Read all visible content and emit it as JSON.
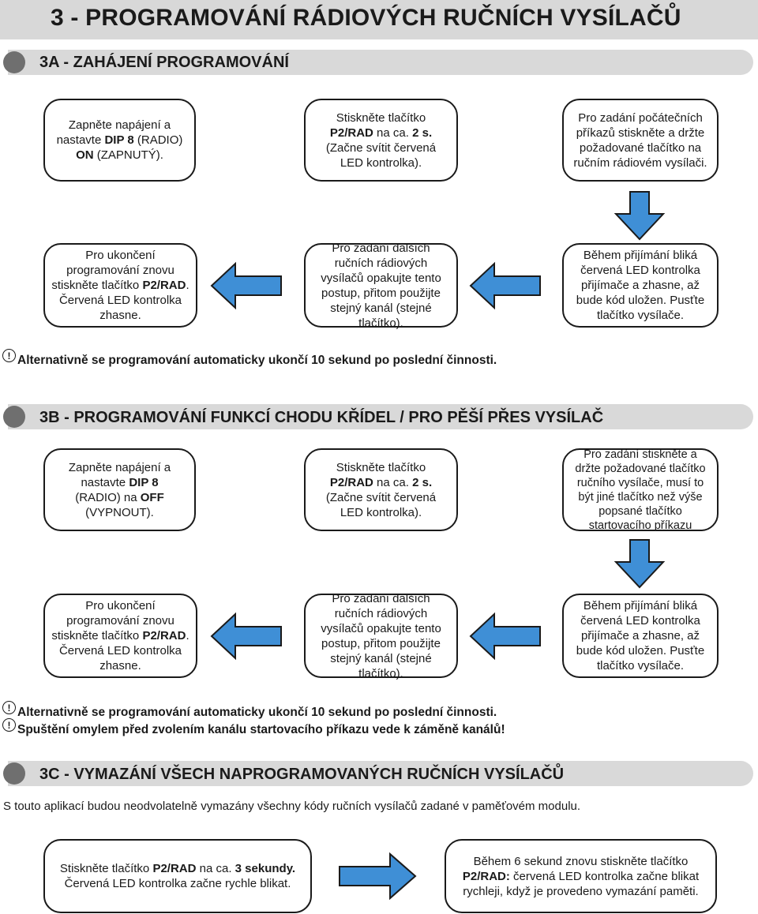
{
  "title": "3 - PROGRAMOVÁNÍ RÁDIOVÝCH RUČNÍCH VYSÍLAČŮ",
  "colors": {
    "arrow_fill": "#3f8fd6",
    "arrow_stroke": "#1a1a1a",
    "bar": "#d9d9d9",
    "dot": "#6f6f6f"
  },
  "section_a": {
    "heading": "3A - ZAHÁJENÍ PROGRAMOVÁNÍ",
    "steps": [
      {
        "pre": "Zapněte napájení a nastavte ",
        "b1": "DIP 8",
        "mid": " (RADIO) ",
        "b2": "ON",
        "post": " (ZAPNUTÝ)."
      },
      {
        "pre": "Stiskněte tlačítko ",
        "b1": "P2/RAD",
        "mid": " na ca. ",
        "b2": "2 s.",
        "post": " (Začne svítit červená LED kontrolka)."
      },
      {
        "text": "Pro zadání počátečních příkazů stiskněte a držte požadované tlačítko na ručním rádiovém vysílači."
      },
      {
        "text": "Během přijímání bliká červená LED kontrolka přijímače a zhasne, až bude kód uložen. Pusťte tlačítko vysílače."
      },
      {
        "text": "Pro zadání dalších ručních rádiových vysílačů opakujte tento postup, přitom použijte stejný kanál (stejné tlačítko)."
      },
      {
        "pre": "Pro ukončení programování znovu stiskněte tlačítko ",
        "b1": "P2/RAD",
        "post": ". Červená LED kontrolka zhasne."
      }
    ],
    "note": "Alternativně se programování automaticky ukončí 10 sekund po poslední činnosti."
  },
  "section_b": {
    "heading": "3B - PROGRAMOVÁNÍ FUNKCÍ CHODU KŘÍDEL / PRO PĚŠÍ PŘES VYSÍLAČ",
    "steps": [
      {
        "pre": "Zapněte napájení a nastavte ",
        "b1": "DIP 8",
        "mid": " (RADIO) na ",
        "b2": "OFF",
        "post": " (VYPNOUT)."
      },
      {
        "pre": "Stiskněte tlačítko ",
        "b1": "P2/RAD",
        "mid": " na ca. ",
        "b2": "2 s.",
        "post": " (Začne svítit červená LED kontrolka)."
      },
      {
        "text": "Pro zadání stiskněte a držte požadované tlačítko ručního vysílače, musí to být jiné tlačítko než výše popsané tlačítko startovacího příkazu"
      },
      {
        "text": "Během přijímání bliká červená LED kontrolka přijímače a zhasne, až bude kód uložen. Pusťte tlačítko vysílače."
      },
      {
        "text": "Pro zadání dalších ručních rádiových vysílačů opakujte tento postup, přitom použijte stejný kanál (stejné tlačítko)."
      },
      {
        "pre": "Pro ukončení programování znovu stiskněte tlačítko ",
        "b1": "P2/RAD",
        "post": ". Červená LED kontrolka zhasne."
      }
    ],
    "note1": "Alternativně se programování automaticky ukončí 10 sekund po poslední činnosti.",
    "note2": "Spuštění omylem před zvolením kanálu startovacího příkazu vede k záměně kanálů!"
  },
  "section_c": {
    "heading": "3C - VYMAZÁNÍ VŠECH NAPROGRAMOVANÝCH RUČNÍCH VYSÍLAČŮ",
    "intro": "S touto aplikací budou neodvolatelně vymazány všechny kódy ručních vysílačů zadané v paměťovém modulu.",
    "steps": [
      {
        "pre": "Stiskněte tlačítko ",
        "b1": "P2/RAD",
        "mid": " na ca. ",
        "b2": "3 sekundy.",
        "post": " Červená LED kontrolka začne rychle blikat."
      },
      {
        "pre": "Během 6 sekund znovu stiskněte tlačítko ",
        "b1": "P2/RAD:",
        "post": " červená LED kontrolka začne blikat rychleji, když je provedeno vymazání paměti."
      }
    ]
  },
  "warn_symbol": "!"
}
